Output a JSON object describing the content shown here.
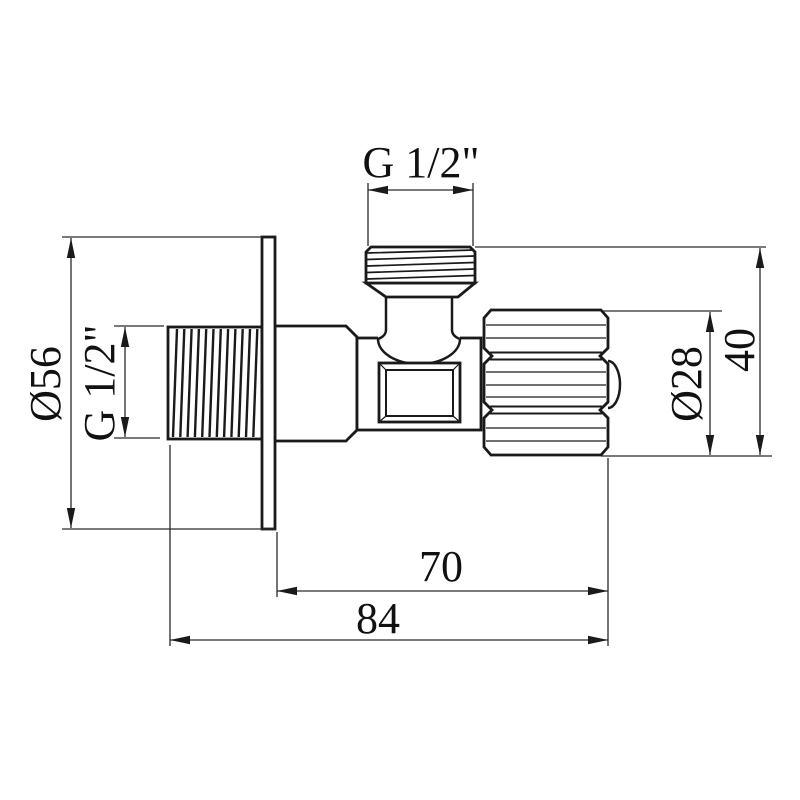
{
  "drawing": {
    "kind": "technical dimension drawing",
    "subject": "angle valve with wall flange, side view",
    "background_color": "#ffffff",
    "line_color": "#1a1a1a",
    "dimensions": {
      "top_thread": {
        "label": "G 1/2\"",
        "meaning": "top outlet male thread size"
      },
      "flange_diameter": {
        "label": "Ø56",
        "value": 56,
        "meaning": "wall flange diameter"
      },
      "side_thread": {
        "label": "G 1/2\"",
        "meaning": "inlet male thread size"
      },
      "handle_diameter": {
        "label": "Ø28",
        "value": 28,
        "meaning": "handle diameter"
      },
      "height_40": {
        "label": "40",
        "value": 40,
        "meaning": "thread top to handle bottom"
      },
      "length_70": {
        "label": "70",
        "value": 70,
        "meaning": "flange face to handle end"
      },
      "length_84": {
        "label": "84",
        "value": 84,
        "meaning": "overall length"
      }
    }
  }
}
